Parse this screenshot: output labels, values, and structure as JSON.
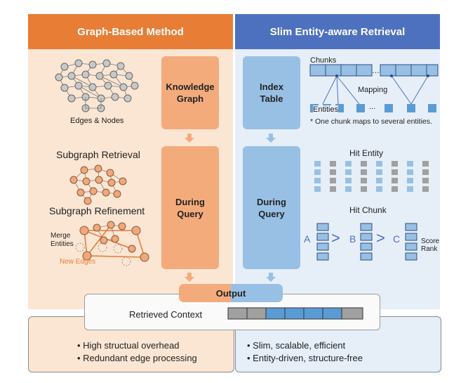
{
  "left": {
    "header": "Graph-Based Method",
    "box_knowledge_graph": "Knowledge\nGraph",
    "box_during_query": "During\nQuery",
    "edges_nodes": "Edges & Nodes",
    "subgraph_retrieval": "Subgraph Retrieval",
    "subgraph_refinement": "Subgraph Refinement",
    "merge_entities": "Merge\nEntities",
    "new_edges": "New Edges"
  },
  "right": {
    "header": "Slim Entity-aware Retrieval",
    "box_index_table": "Index\nTable",
    "box_during_query": "During\nQuery",
    "chunks": "Chunks",
    "mapping": "Mapping",
    "entities": "Entities",
    "ellipsis": "...",
    "note": "* One chunk maps to several entities.",
    "hit_entity": "Hit Entity",
    "hit_chunk": "Hit Chunk",
    "a": "A",
    "b": "B",
    "c": "C",
    "gt": ">",
    "score_rank": "Score\nRank"
  },
  "output": {
    "label": "Output",
    "retrieved_context": "Retrieved Context"
  },
  "bottom_left": {
    "items": [
      "• High structual overhead",
      "• Redundant edge processing"
    ]
  },
  "bottom_right": {
    "items": [
      "• Slim, scalable, efficient",
      "• Entity-driven, structure-free"
    ]
  },
  "colors": {
    "orange_header": "#e87d35",
    "blue_header": "#4e71bf",
    "orange_panel": "#fbe6d3",
    "blue_panel": "#e6eef8",
    "orange_box": "#f4ab7c",
    "blue_box": "#98c0e4",
    "gray_cell": "#a0a0a0",
    "blue_cell": "#5b9bd5"
  }
}
